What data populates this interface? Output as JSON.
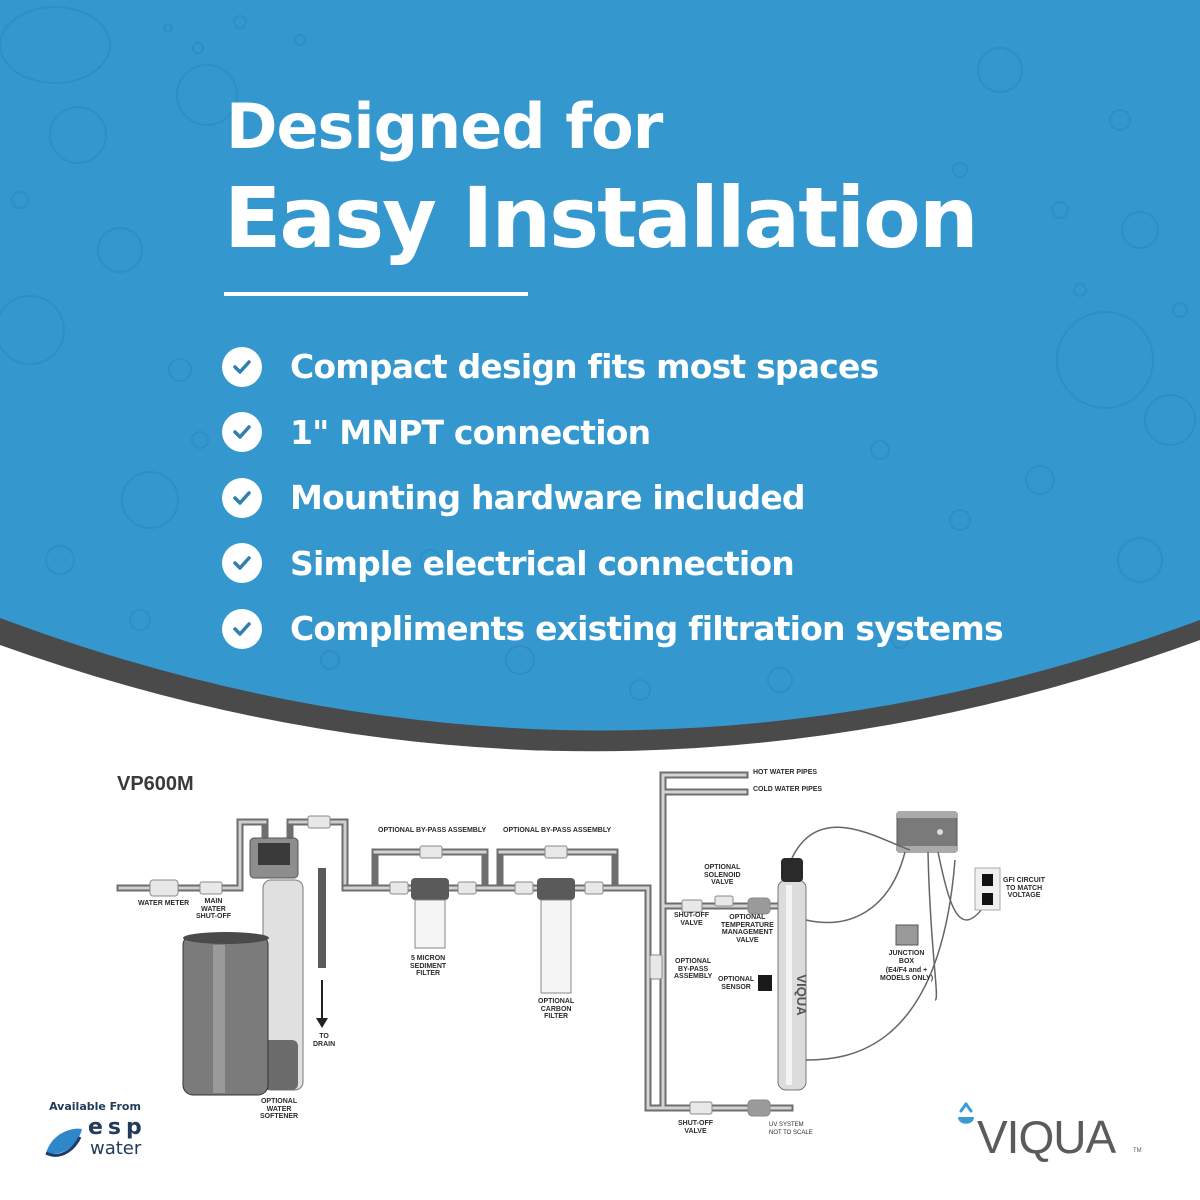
{
  "colors": {
    "hero_blue": "#3498CF",
    "shadow_gray": "#4a4a4a",
    "text_white": "#ffffff",
    "diagram_ink": "#2b2b2b",
    "esp_navy": "#233b5a",
    "viqua_gray": "#5a5b5d",
    "viqua_drop_blue": "#3a9bd5"
  },
  "hero": {
    "title_line1": "Designed for",
    "title_line2": "Easy Installation",
    "features": [
      {
        "icon": "check-circle-icon",
        "text": "Compact design fits most spaces"
      },
      {
        "icon": "check-circle-icon",
        "text": "1\" MNPT connection"
      },
      {
        "icon": "check-circle-icon",
        "text": "Mounting hardware included"
      },
      {
        "icon": "check-circle-icon",
        "text": "Simple electrical connection"
      },
      {
        "icon": "check-circle-icon",
        "text": "Compliments existing filtration systems"
      }
    ]
  },
  "diagram": {
    "model": "VP600M",
    "labels": {
      "water_meter": "WATER METER",
      "main_shutoff": [
        "MAIN",
        "WATER",
        "SHUT-OFF"
      ],
      "bypass_1": "OPTIONAL BY-PASS ASSEMBLY",
      "bypass_2": "OPTIONAL BY-PASS ASSEMBLY",
      "sediment_filter": [
        "5 MICRON",
        "SEDIMENT",
        "FILTER"
      ],
      "carbon_filter": [
        "OPTIONAL",
        "CARBON",
        "FILTER"
      ],
      "to_drain": [
        "TO",
        "DRAIN"
      ],
      "water_softener": [
        "OPTIONAL",
        "WATER",
        "SOFTENER"
      ],
      "hot_pipes": "HOT WATER PIPES",
      "cold_pipes": "COLD WATER PIPES",
      "solenoid": [
        "OPTIONAL",
        "SOLENOID",
        "VALVE"
      ],
      "shutoff_top": [
        "SHUT-OFF",
        "VALVE"
      ],
      "temp_valve": [
        "OPTIONAL",
        "TEMPERATURE",
        "MANAGEMENT",
        "VALVE"
      ],
      "bypass_vertical": [
        "OPTIONAL",
        "BY-PASS",
        "ASSEMBLY"
      ],
      "sensor": [
        "OPTIONAL",
        "SENSOR"
      ],
      "junction_box": [
        "JUNCTION",
        "BOX",
        "(E4/F4 and +",
        "MODELS ONLY)"
      ],
      "gfi": [
        "GFI CIRCUIT",
        "TO MATCH",
        "VOLTAGE"
      ],
      "shutoff_bottom": [
        "SHUT-OFF",
        "VALVE"
      ],
      "uv_note": [
        "UV SYSTEM",
        "NOT TO SCALE"
      ],
      "uv_brand": "VIQUA"
    }
  },
  "footer": {
    "esp_available": "Available From",
    "esp_name": "esp",
    "esp_sub": "water",
    "viqua_logo": "VIQUA",
    "viqua_tm": "TM"
  }
}
